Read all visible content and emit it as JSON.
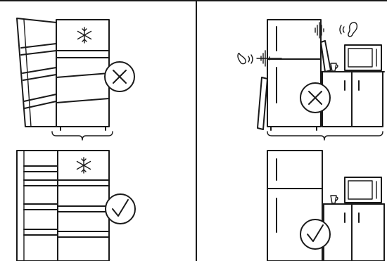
{
  "figure": {
    "panels": [
      {
        "id": "fridge-door-misaligned",
        "verdict": "incorrect"
      },
      {
        "id": "fridge-wall-clearance-too-close",
        "verdict": "incorrect"
      },
      {
        "id": "fridge-door-aligned",
        "verdict": "correct"
      },
      {
        "id": "fridge-wall-clearance-ok",
        "verdict": "correct"
      }
    ],
    "icons": [
      "snowflake-icon",
      "cross-circle-icon",
      "check-circle-icon",
      "ear-icon",
      "sound-wave-icon",
      "microwave-icon"
    ],
    "colors": {
      "line": "#1a1a1a",
      "background": "#ffffff"
    }
  }
}
